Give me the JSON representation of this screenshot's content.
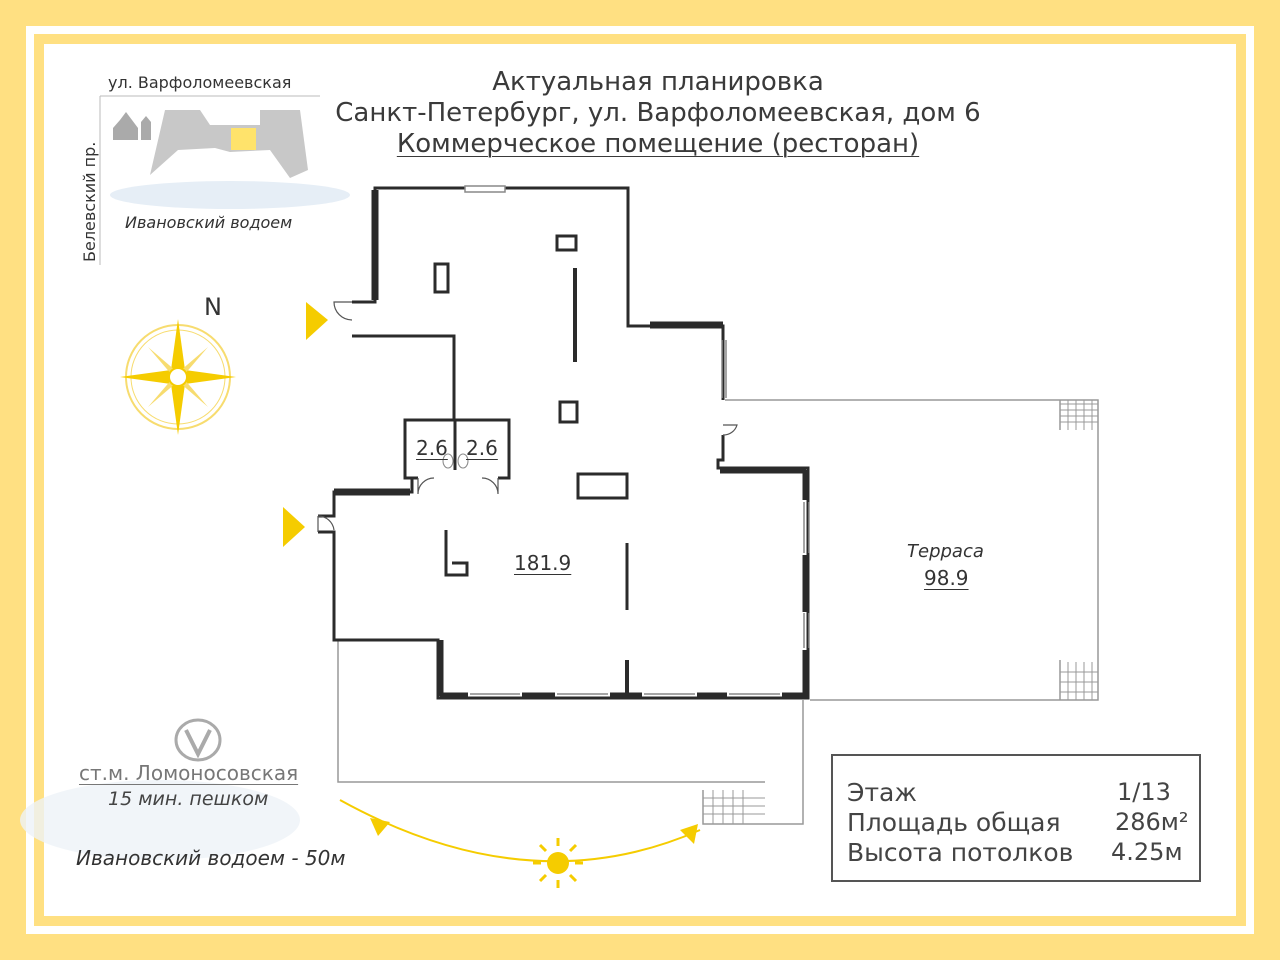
{
  "header": {
    "line1": "Актуальная планировка",
    "line2": "Санкт-Петербург, ул. Варфоломеевская, дом 6",
    "line3": "Коммерческое помещение (ресторан)"
  },
  "location_map": {
    "street_top": "ул. Варфоломеевская",
    "street_side": "Белевский пр.",
    "water_label": "Ивановский водоем"
  },
  "compass": {
    "north_label": "N"
  },
  "metro": {
    "station": "ст.м. Ломоносовская",
    "walk": "15 мин. пешком"
  },
  "water_distance": "Ивановский водоем - 50м",
  "rooms": {
    "wc1": "2.6",
    "wc2": "2.6",
    "main_area": "181.9",
    "terrace_label": "Терраса",
    "terrace_area": "98.9"
  },
  "info": {
    "floor_label": "Этаж",
    "floor_value": "1/13",
    "area_label": "Площадь общая",
    "area_value": "286м²",
    "height_label": "Высота потолков",
    "height_value": "4.25м"
  },
  "colors": {
    "border_yellow": "#ffe082",
    "accent_yellow": "#f5cc00",
    "wall": "#2b2b2b",
    "building_gray": "#c8c8c8",
    "highlight": "#ffe36b"
  }
}
